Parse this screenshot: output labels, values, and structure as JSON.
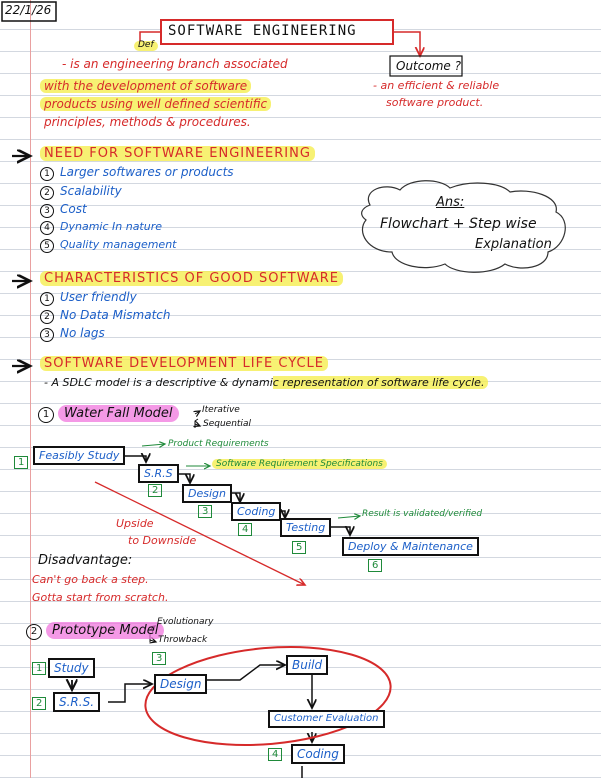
{
  "date": "22/1/26",
  "title": "SOFTWARE ENGINEERING",
  "def_tag": "Def",
  "outcome": {
    "label": "Outcome ?",
    "text": [
      "- an efficient & reliable",
      "software product."
    ]
  },
  "definition": [
    "- is an engineering branch associated",
    "with the development of software",
    "products using well defined scientific",
    "principles, methods & procedures."
  ],
  "need": {
    "heading": "NEED FOR SOFTWARE ENGINEERING",
    "items": [
      "Larger softwares or products",
      "Scalability",
      "Cost",
      "Dynamic In nature",
      "Quality management"
    ],
    "markers": [
      "1",
      "2",
      "3",
      "4",
      "5"
    ]
  },
  "ans": {
    "title": "Ans:",
    "line1": "Flowchart + Step wise",
    "line2": "Explanation"
  },
  "characteristics": {
    "heading": "CHARACTERISTICS OF GOOD SOFTWARE",
    "items": [
      "User friendly",
      "No Data Mismatch",
      "No lags"
    ],
    "markers": [
      "1",
      "2",
      "3"
    ]
  },
  "sdlc": {
    "heading": "SOFTWARE DEVELOPMENT LIFE CYCLE",
    "desc": "- A SDLC model is a descriptive & dynamic representation of software life cycle."
  },
  "waterfall": {
    "marker": "1",
    "label": "Water Fall Model",
    "note1": "Iterative",
    "note2": "Sequential",
    "steps": [
      "Feasibly Study",
      "S.R.S",
      "Design",
      "Coding",
      "Testing",
      "Deploy & Maintenance"
    ],
    "numbers": [
      "1",
      "2",
      "3",
      "4",
      "5",
      "6"
    ],
    "ann_pr": "Product Requirements",
    "ann_srs": "Software Requirement Specifications",
    "ann_test": "Result is validated/verified",
    "upside1": "Upside",
    "upside2": "to Downside",
    "disadv_title": "Disadvantage:",
    "disadv": [
      "Can't go back a step.",
      "Gotta start from scratch."
    ]
  },
  "prototype": {
    "marker": "2",
    "label": "Prototype Model",
    "note1": "Evolutionary",
    "note2": "Throwback",
    "steps": [
      "Study",
      "S.R.S.",
      "Design",
      "Build",
      "Customer Evaluation",
      "Coding"
    ],
    "numbers": [
      "1",
      "2",
      "3",
      "4"
    ]
  }
}
